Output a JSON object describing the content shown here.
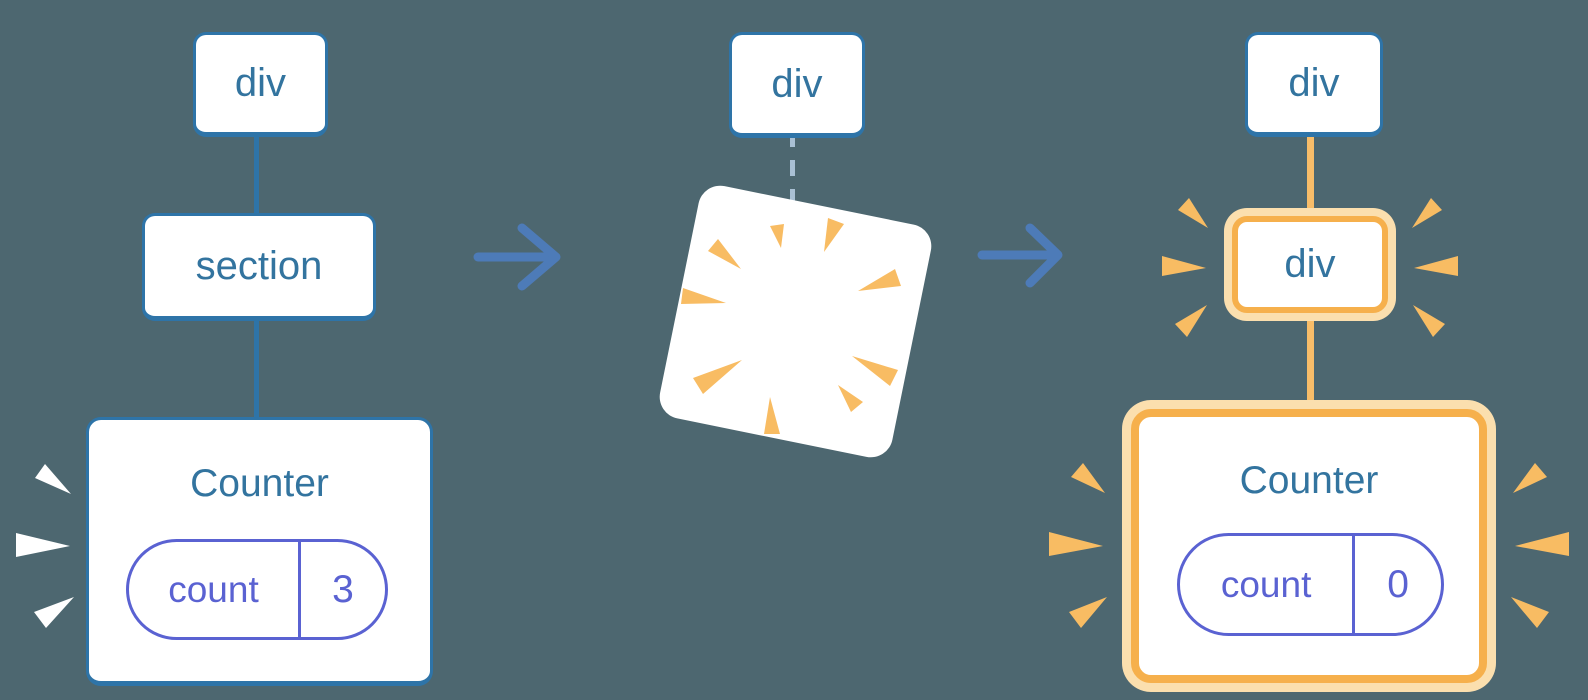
{
  "colors": {
    "background": "#4d6770",
    "card_bg": "#ffffff",
    "box_border_blue": "#2e74a8",
    "text_blue": "#33749f",
    "pill_purple": "#5a62d2",
    "arrow_blue": "#4d7bb8",
    "dashed_line": "#a9c0d4",
    "connector_orange": "#f8bd69",
    "highlight_orange": "#f6b04c",
    "highlight_cream": "#fbdfae",
    "sparkle_orange": "#f8bc63",
    "poof_white": "#ffffff"
  },
  "diagram": {
    "before": {
      "root": "div",
      "child": "section",
      "counter": {
        "title": "Counter",
        "key": "count",
        "value": "3"
      }
    },
    "during": {
      "root": "div"
    },
    "after": {
      "root": "div",
      "child": "div",
      "counter": {
        "title": "Counter",
        "key": "count",
        "value": "0"
      }
    }
  }
}
